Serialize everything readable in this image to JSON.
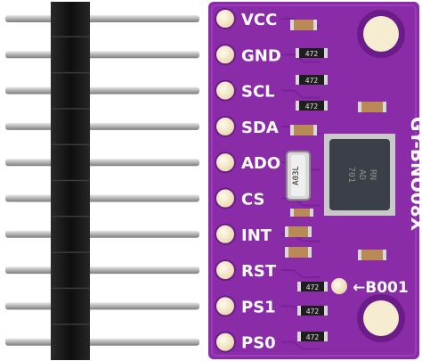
{
  "header_pins": {
    "count": 10
  },
  "board": {
    "pin_labels": [
      "VCC",
      "GND",
      "SCL",
      "SDA",
      "ADO",
      "CS",
      "INT",
      "RST",
      "PS1",
      "PS0"
    ],
    "model_label": "GY-BNO08X",
    "boot_label": "←B00",
    "boot_suffix": "1",
    "resistor_code": "472",
    "crystal_code": "A03L",
    "chip_markings": [
      "701",
      "AD",
      "RN"
    ],
    "colors": {
      "pcb": "#8a2ba8",
      "pcb_dark": "#6c1c88",
      "pad": "#f2e4bc",
      "header": "#1a1a1a",
      "pin_metal": "#b9b9b9"
    }
  }
}
